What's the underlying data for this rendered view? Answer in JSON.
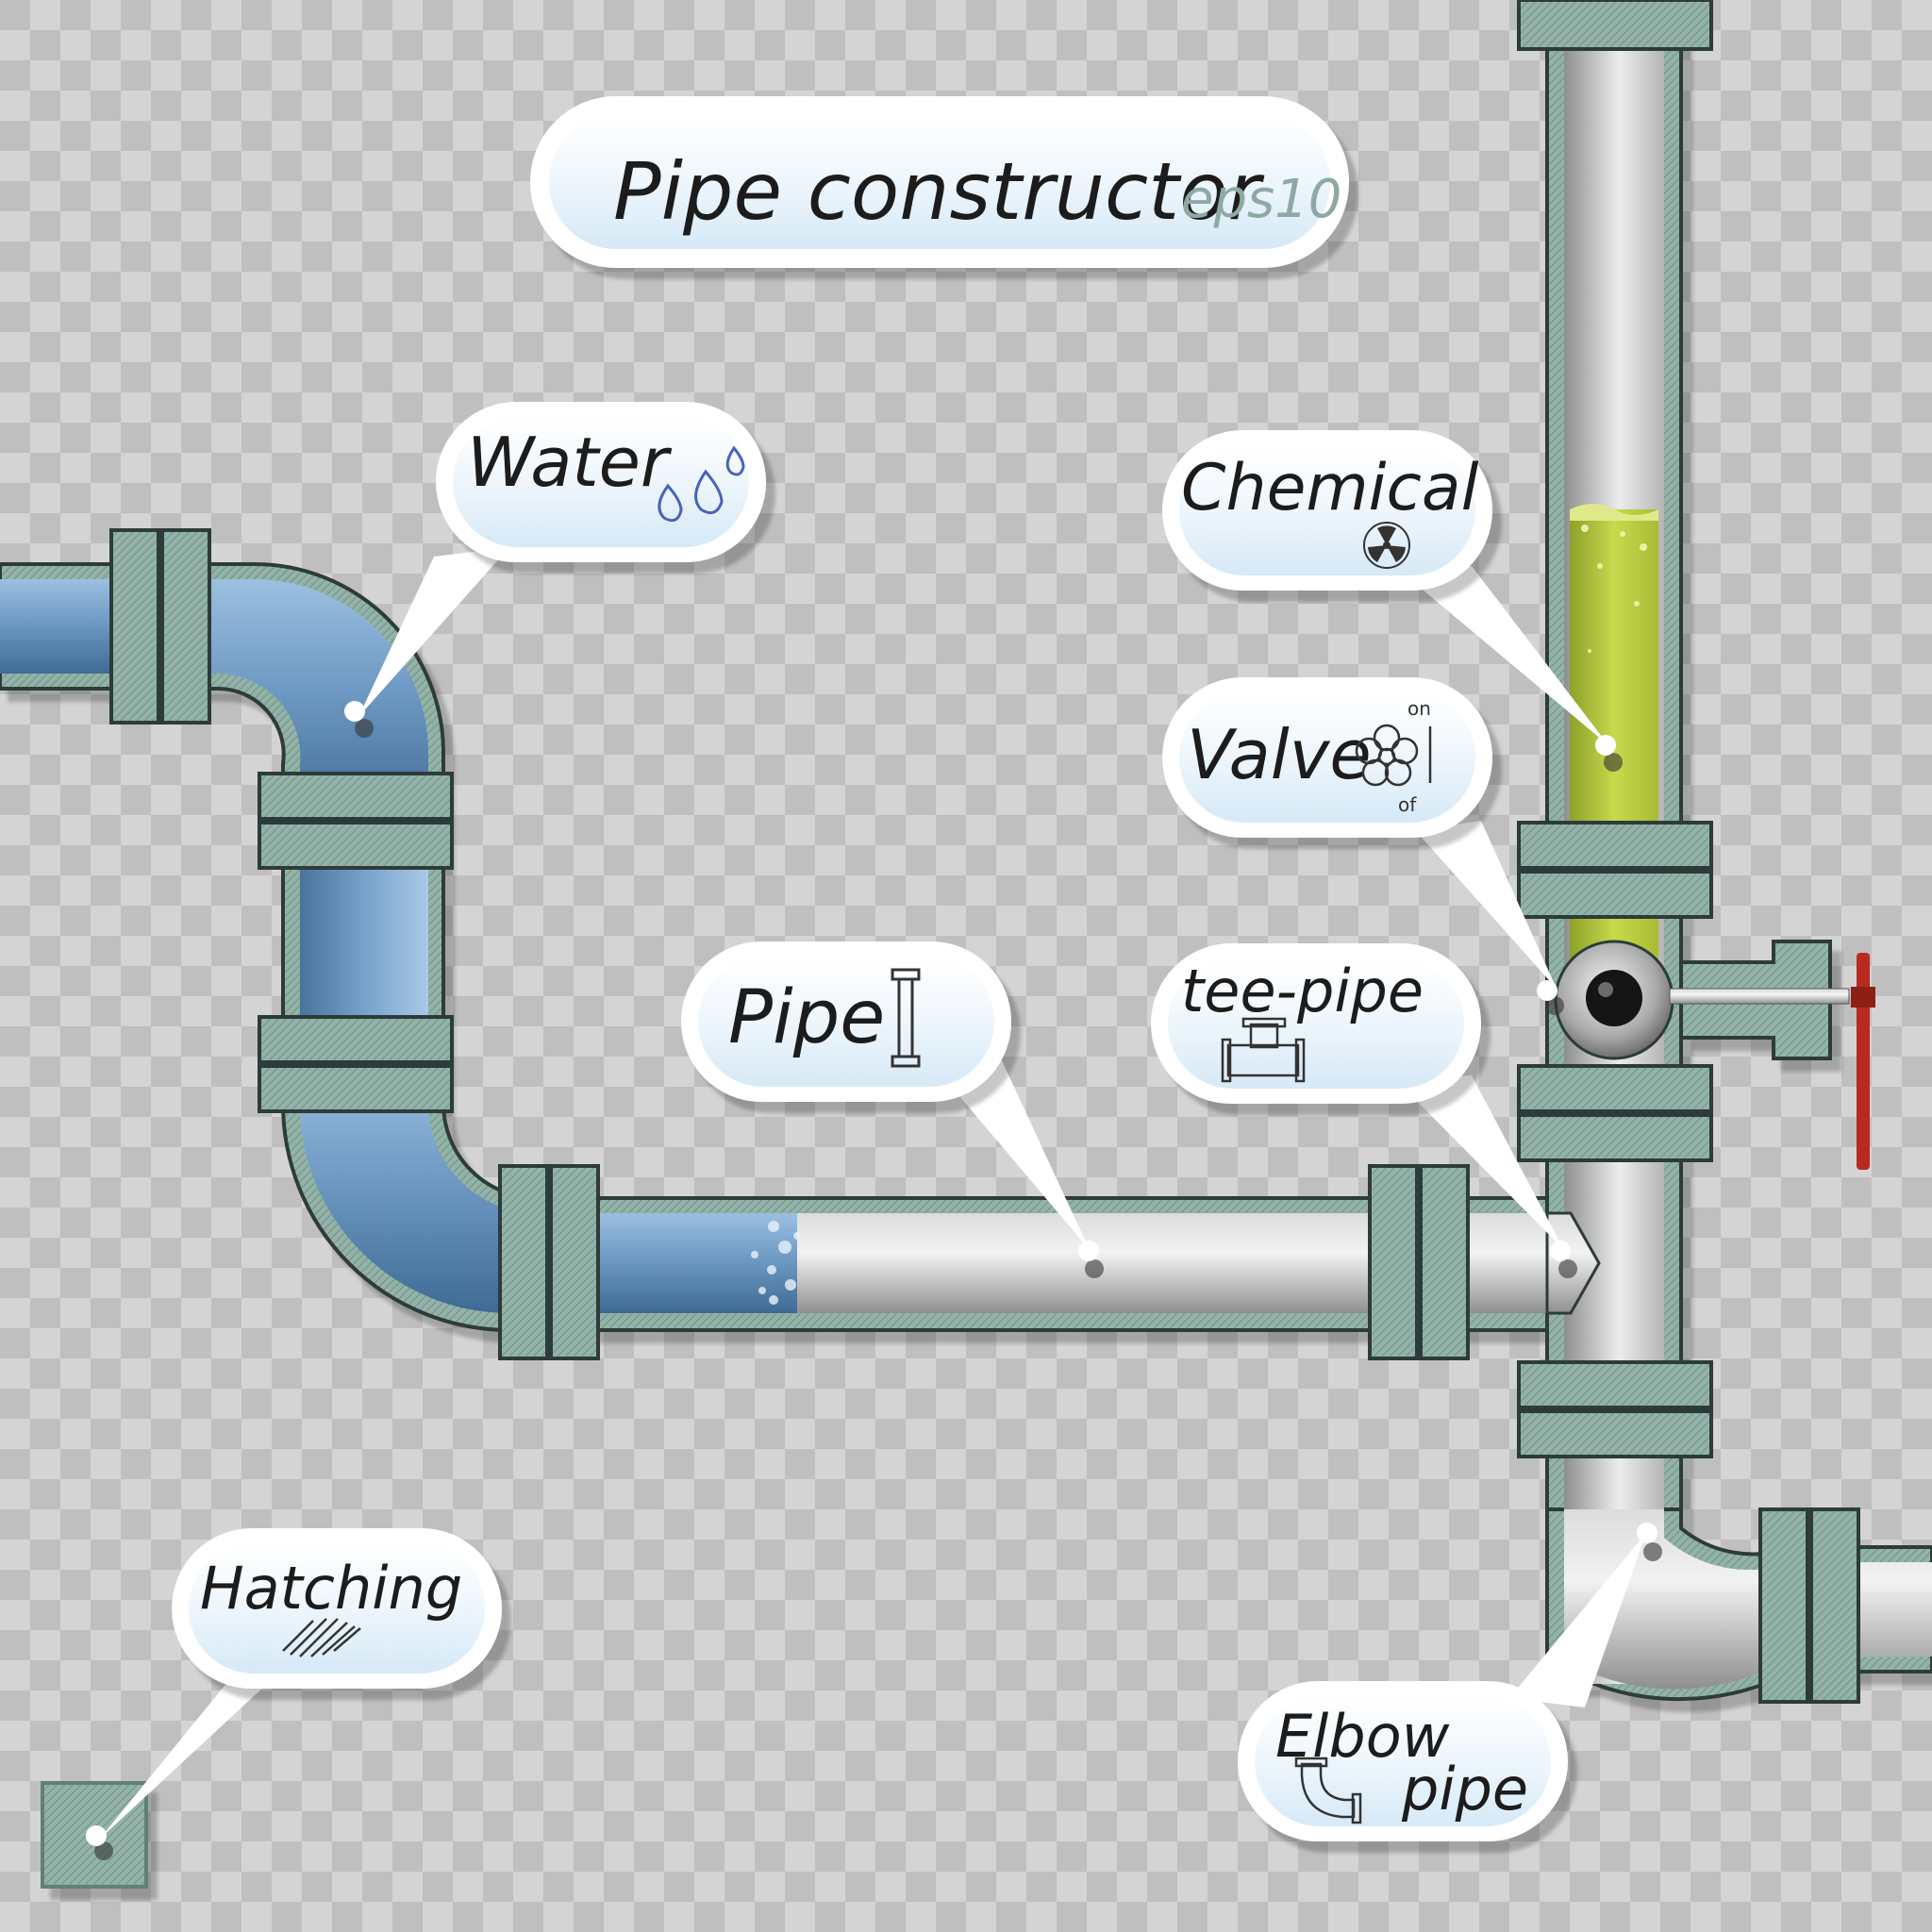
{
  "title": {
    "text": "Pipe constructor",
    "suffix": "eps10"
  },
  "callouts": {
    "water": {
      "label": "Water",
      "icon": "water-drops-icon"
    },
    "chemical": {
      "label": "Chemical",
      "icon": "radiation-icon"
    },
    "valve": {
      "label": "Valve",
      "on": "on",
      "off": "of",
      "icon": "valve-flower-icon"
    },
    "pipe": {
      "label": "Pipe",
      "icon": "pipe-segment-icon"
    },
    "tee": {
      "label": "tee-pipe",
      "icon": "tee-pipe-icon"
    },
    "hatching": {
      "label": "Hatching",
      "icon": "hatching-icon"
    },
    "elbow": {
      "line1": "Elbow",
      "line2": "pipe",
      "icon": "elbow-pipe-icon"
    }
  },
  "colors": {
    "water": "#6f9ac4",
    "steel": "#bcbcbc",
    "chemical": "#b9cc3c",
    "hatching": "#8fb0a6",
    "valve_handle": "#b82a1e",
    "bubble_fill": "#e6f2fb"
  }
}
